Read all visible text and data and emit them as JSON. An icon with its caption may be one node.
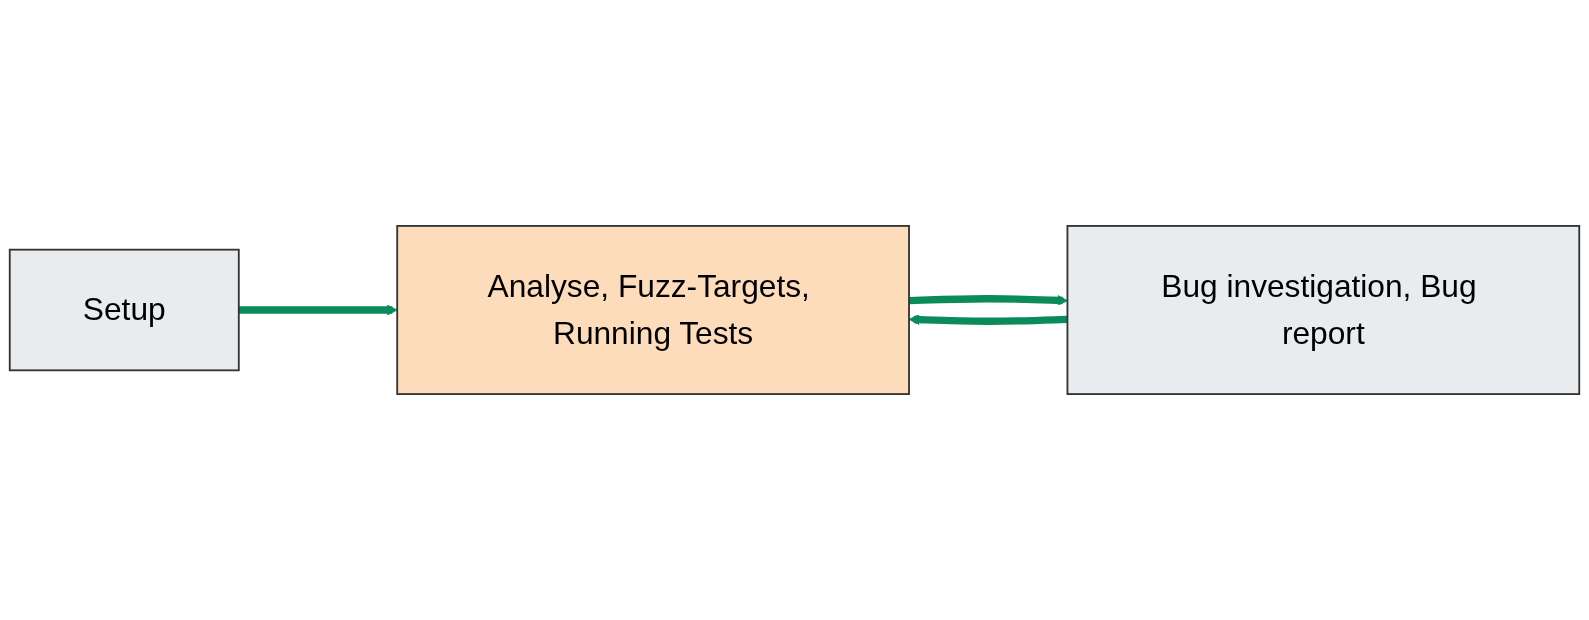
{
  "diagram": {
    "nodes": [
      {
        "text": [
          "Setup"
        ]
      },
      {
        "text": [
          "Analyse, Fuzz-Targets, Running Tests"
        ]
      },
      {
        "text": [
          "Bug investigation, Bug report"
        ]
      }
    ],
    "edges": [
      {
        "from": 0,
        "to": 1,
        "arrow": "to"
      },
      {
        "from": 1,
        "to": 2,
        "arrow": "to"
      },
      {
        "from": 2,
        "to": 1,
        "arrow": "to"
      }
    ]
  }
}
